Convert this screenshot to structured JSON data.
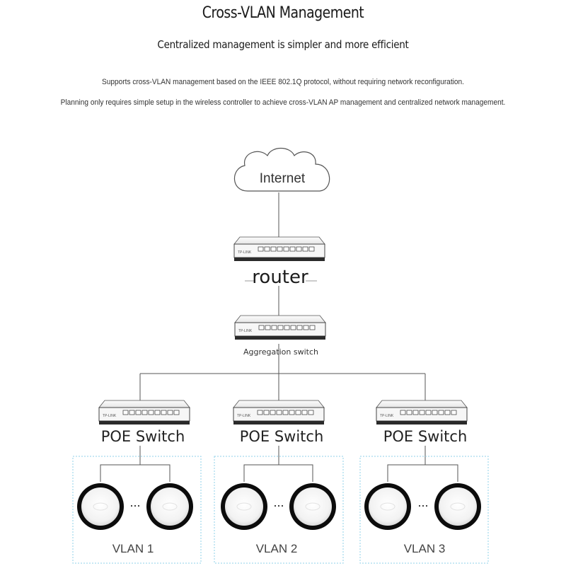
{
  "header": {
    "title": "Cross-VLAN Management",
    "subtitle": "Centralized management is simpler and more efficient",
    "description_1": "Supports cross-VLAN management based on the IEEE 802.1Q protocol, without requiring network reconfiguration.",
    "description_2": "Planning only requires simple setup in the wireless controller to achieve cross-VLAN AP management and centralized network management."
  },
  "diagram": {
    "internet_label": "Internet",
    "router_label": "router",
    "aggregation_label": "Aggregation switch",
    "brand": "TP-LINK",
    "poe_switches": [
      {
        "label": "POE Switch"
      },
      {
        "label": "POE Switch"
      },
      {
        "label": "POE Switch"
      }
    ],
    "vlans": [
      {
        "label": "VLAN 1"
      },
      {
        "label": "VLAN 2"
      },
      {
        "label": "VLAN 3"
      }
    ],
    "ap_separator": "...",
    "colors": {
      "line": "#555555",
      "vlan_border": "#8fd0e8",
      "switch_body": "#f4f4f4",
      "ap_ring": "#0a0a0a"
    }
  }
}
